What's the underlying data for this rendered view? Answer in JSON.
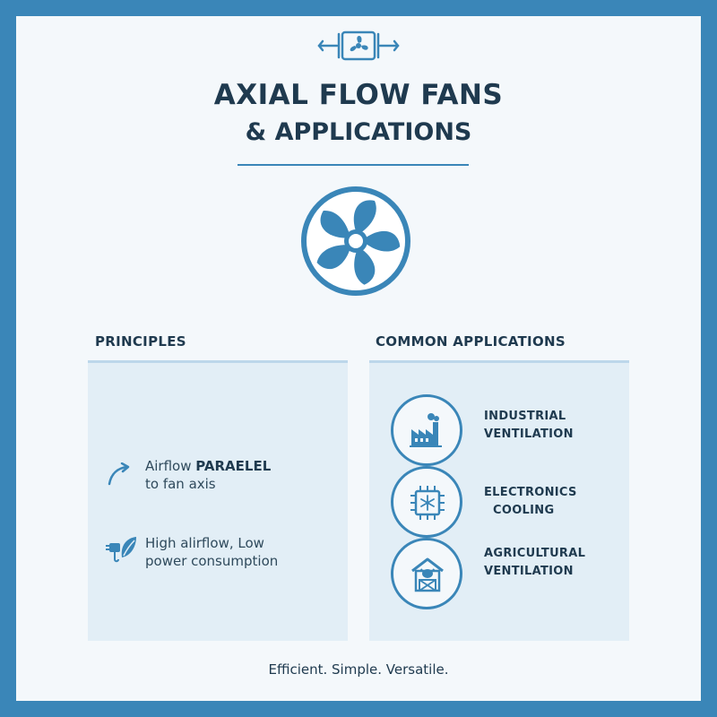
{
  "header": {
    "title_line1": "AXIAL FLOW FANS",
    "title_line2": "& APPLICATIONS"
  },
  "principles": {
    "heading": "PRINCIPLES",
    "item1_prefix": "Airflow ",
    "item1_emphasis": "PARAELEL",
    "item1_line2": "to fan axis",
    "item2_line1": "High alirflow, Low",
    "item2_line2": "power consumption"
  },
  "applications": {
    "heading": "COMMON APPLICATIONS",
    "items": [
      {
        "line1": "INDUSTRIAL",
        "line2": "VENTILATION"
      },
      {
        "line1": "ELECTRONICS",
        "line2": "COOLING"
      },
      {
        "line1": "AGRICULTURAL",
        "line2": "VENTILATION"
      }
    ]
  },
  "footer": {
    "tagline": "Efficient. Simple. Versatile."
  },
  "colors": {
    "frame": "#3a86b8",
    "background": "#f4f8fb",
    "panel": "#e2eef6",
    "text": "#1f3a4f",
    "accent": "#3a86b8"
  },
  "icons": [
    "fan-airflow-icon",
    "fan-icon",
    "curved-arrow-icon",
    "plug-leaf-icon",
    "factory-icon",
    "chip-snowflake-icon",
    "barn-cow-icon"
  ]
}
